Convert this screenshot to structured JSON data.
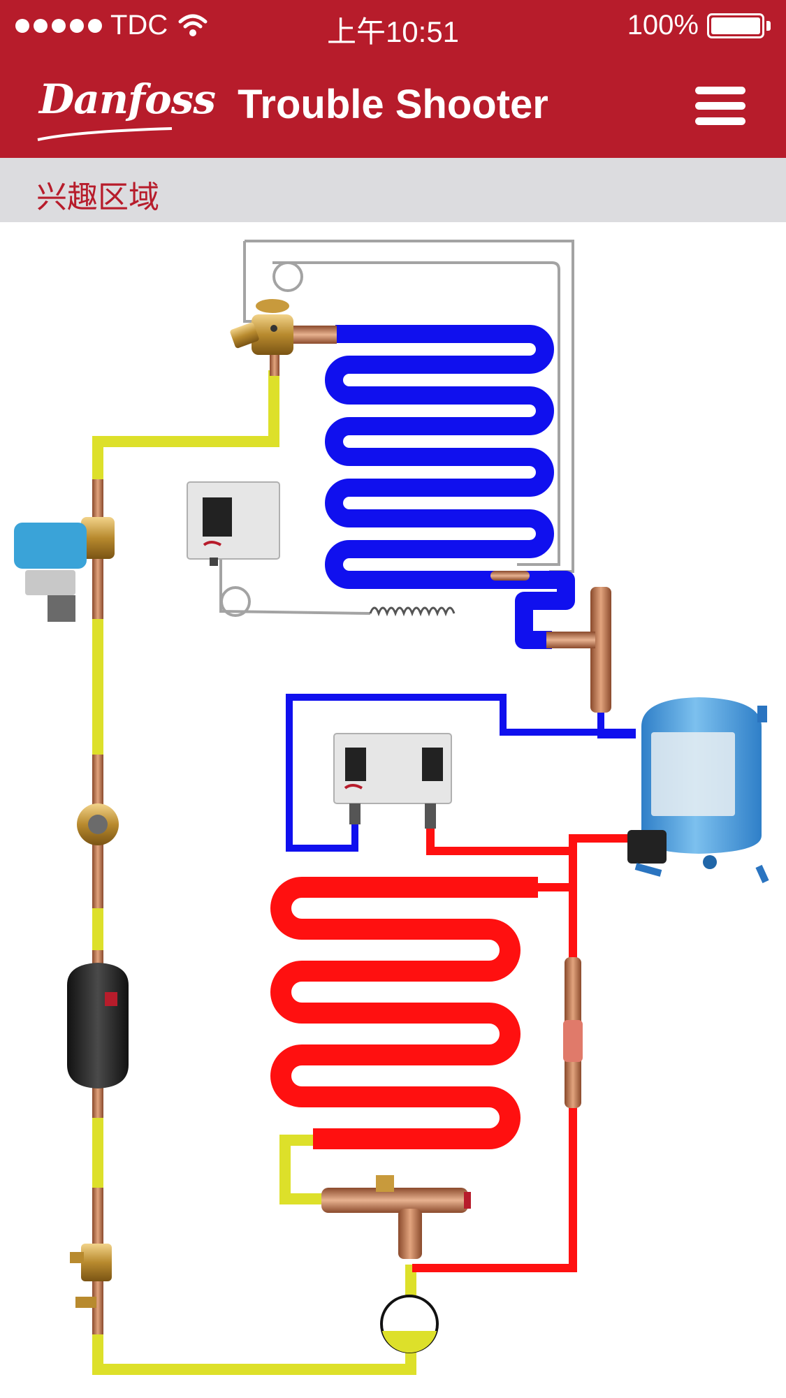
{
  "status_bar": {
    "carrier": "TDC",
    "time": "上午10:51",
    "battery": "100%"
  },
  "header": {
    "logo": "Danfoss",
    "title": "Trouble Shooter"
  },
  "subheader": {
    "label": "兴趣区域"
  },
  "colors": {
    "brand": "#b71c2b",
    "suction_line": "#1010ee",
    "discharge_line": "#ff1010",
    "liquid_line": "#dde02a",
    "capillary": "#a0a0a0"
  },
  "diagram": {
    "components": [
      "expansion-valve",
      "evaporator",
      "solenoid-valve",
      "pressure-switch",
      "dual-pressure-switch",
      "compressor",
      "condenser",
      "sight-glass",
      "filter-drier",
      "hand-valve",
      "check-valve",
      "pressure-regulator",
      "receiver"
    ]
  }
}
